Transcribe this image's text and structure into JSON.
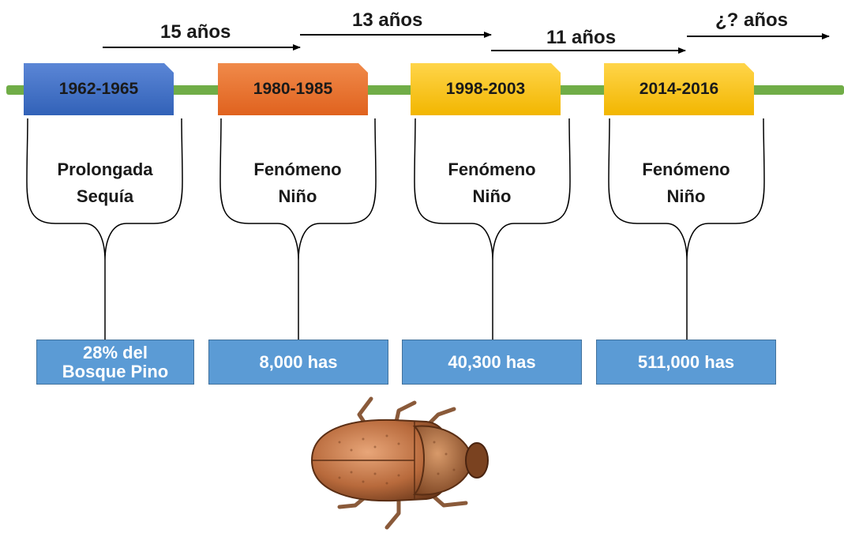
{
  "intervals": [
    {
      "label": "15 años"
    },
    {
      "label": "13 años"
    },
    {
      "label": "11 años"
    },
    {
      "label": "¿? años"
    }
  ],
  "periods": [
    {
      "label": "1962-1965",
      "color": "#4472c4"
    },
    {
      "label": "1980-1985",
      "color": "#ed7d31"
    },
    {
      "label": "1998-2003",
      "color": "#ffc000"
    },
    {
      "label": "2014-2016",
      "color": "#ffc000"
    }
  ],
  "events": [
    {
      "line1": "Prolongada",
      "line2": "Sequía"
    },
    {
      "line1": "Fenómeno",
      "line2": "Niño"
    },
    {
      "line1": "Fenómeno",
      "line2": "Niño"
    },
    {
      "line1": "Fenómeno",
      "line2": "Niño"
    }
  ],
  "areas": [
    {
      "line1": "28% del",
      "line2": "Bosque Pino"
    },
    {
      "line1": "8,000 has",
      "line2": ""
    },
    {
      "line1": "40,300 has",
      "line2": ""
    },
    {
      "line1": "511,000 has",
      "line2": ""
    }
  ],
  "timeline_color": "#70ad47",
  "beetle": {
    "icon": "bark-beetle-icon"
  }
}
